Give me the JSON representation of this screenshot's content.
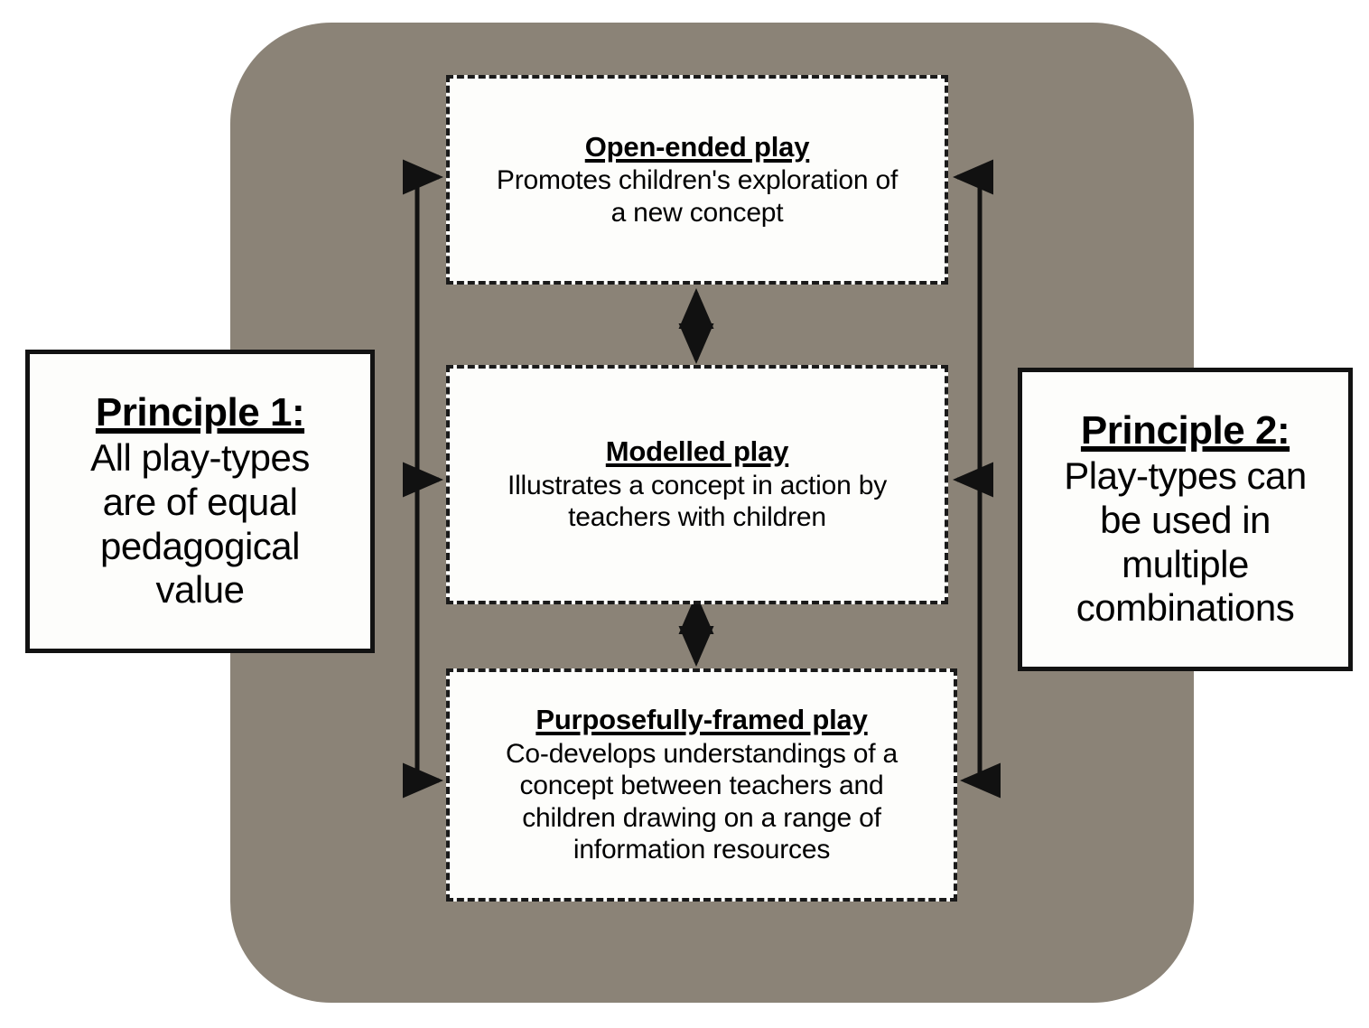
{
  "diagram": {
    "backdrop": {
      "name": "rounded-grey-panel",
      "color": "#8b8377"
    },
    "play_types": [
      {
        "id": "open-ended",
        "title": "Open-ended play",
        "description": "Promotes children's exploration of\na new concept"
      },
      {
        "id": "modelled",
        "title": "Modelled play",
        "description": "Illustrates  a concept in action by\nteachers with children"
      },
      {
        "id": "purposefully-framed",
        "title": "Purposefully-framed play",
        "description": "Co-develops understandings  of a\nconcept between teachers and\nchildren drawing on a range of\ninformation resources"
      }
    ],
    "principles": [
      {
        "id": "principle-1",
        "title": "Principle 1:",
        "description": "All play-types\nare of equal\npedagogical\nvalue"
      },
      {
        "id": "principle-2",
        "title": "Principle 2:",
        "description": "Play-types can\nbe used in\nmultiple\ncombinations"
      }
    ],
    "connectors": {
      "stroke": "#111111",
      "left_branch_label": "principle-1-to-all-play-types",
      "right_branch_label": "principle-2-to-all-play-types",
      "vertical_links_label": "bidirectional-link-between-adjacent-play-types"
    }
  }
}
